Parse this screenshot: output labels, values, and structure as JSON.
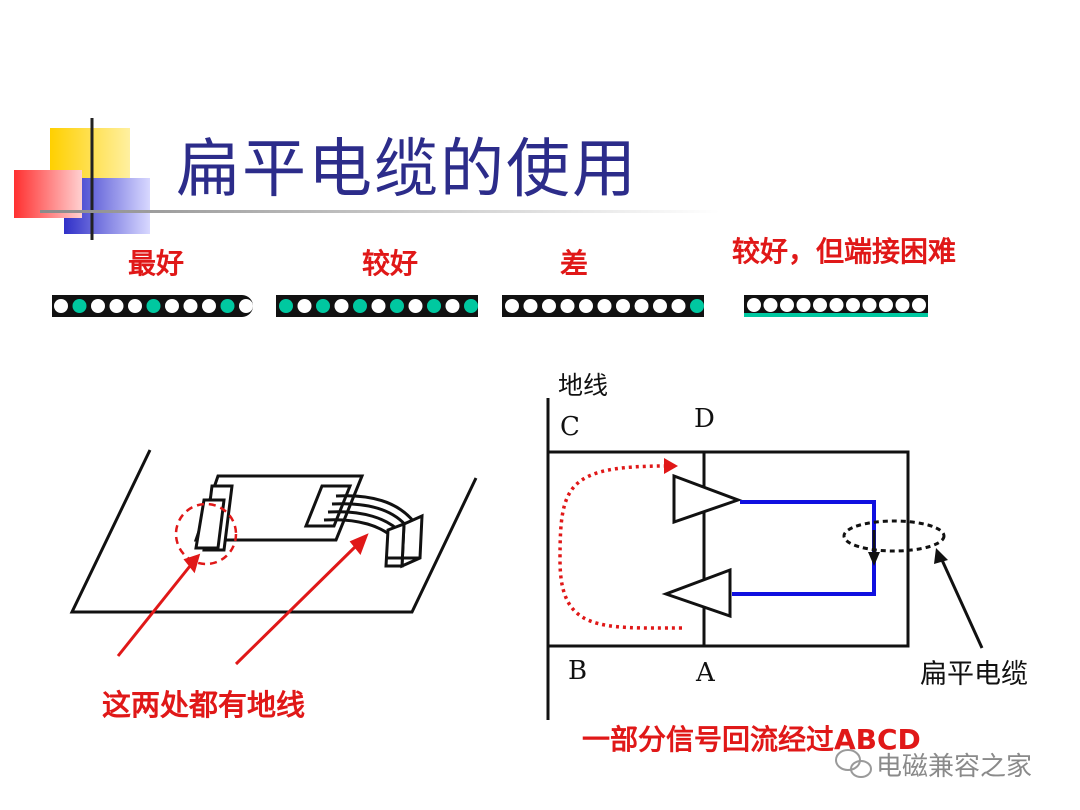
{
  "title": "扁平电缆的使用",
  "ratings": [
    {
      "label": "最好"
    },
    {
      "label": "较好"
    },
    {
      "label": "差"
    },
    {
      "label": "较好，但端接困难"
    }
  ],
  "left_diagram": {
    "caption": "这两处都有地线"
  },
  "right_diagram": {
    "ground_label": "地线",
    "point_c": "C",
    "point_d": "D",
    "point_b": "B",
    "point_a": "A",
    "cable_label": "扁平电缆",
    "caption": "一部分信号回流经过ABCD"
  },
  "watermark": "电磁兼容之家",
  "colors": {
    "title": "#2c2c8a",
    "label_red": "#e01818",
    "wire_blue": "#1010e0",
    "conductor_green": "#00c8a0",
    "header_yellow": "#ffd800",
    "header_red": "#ff4040",
    "header_blue": "#4040d0"
  },
  "icons": [
    "wechat-icon"
  ]
}
